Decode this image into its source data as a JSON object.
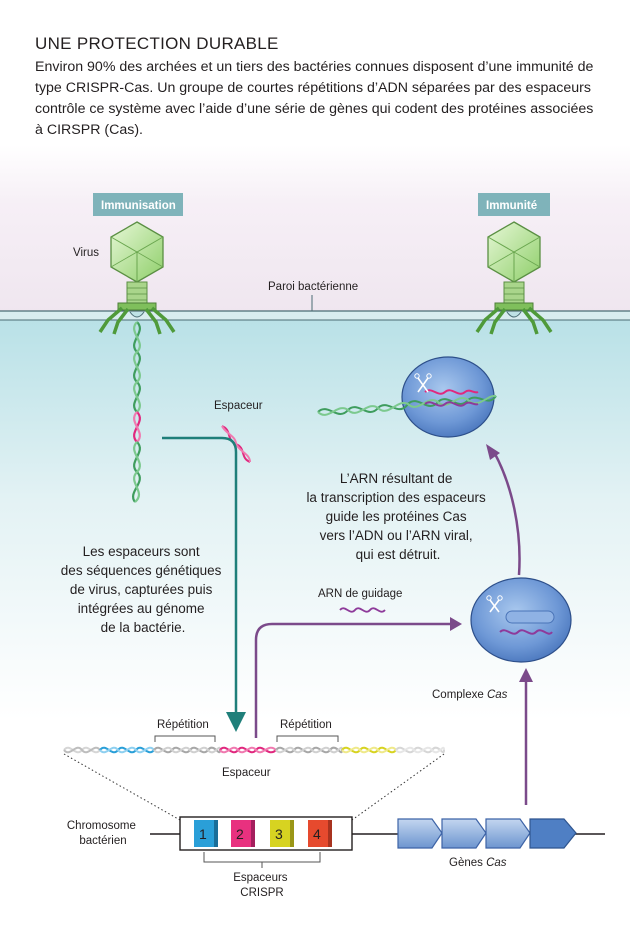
{
  "header": {
    "title": "UNE PROTECTION DURABLE",
    "intro": "Environ 90% des archées et un tiers des bactéries connues disposent d’une immunité de type CRISPR-Cas. Un groupe de courtes répétitions d’ADN séparées par des espaceurs contrôle ce système avec l’aide d’une série de gènes qui codent des protéines associées à CIRSPR (Cas)."
  },
  "phases": {
    "immunisation": "Immunisation",
    "immunite": "Immunité"
  },
  "labels": {
    "virus": "Virus",
    "paroi": "Paroi bactérienne",
    "espaceur_top": "Espaceur",
    "arn_guidage": "ARN de guidage",
    "complexe": "Complexe ",
    "complexe_cas": "Cas",
    "repetition_left": "Répétition",
    "repetition_right": "Répétition",
    "espaceur_bottom": "Espaceur",
    "chromosome_1": "Chromosome",
    "chromosome_2": "bactérien",
    "espaceurs_1": "Espaceurs",
    "espaceurs_2": "CRISPR",
    "genes": "Gènes ",
    "genes_cas": "Cas"
  },
  "notes": {
    "left": [
      "Les espaceurs sont",
      "des séquences génétiques",
      "de virus, capturées puis",
      "intégrées au génome",
      "de la bactérie."
    ],
    "right": [
      "L’ARN résultant de",
      "la transcription des espaceurs",
      "guide les protéines Cas",
      "vers l’ADN ou l’ARN viral,",
      "qui est détruit."
    ]
  },
  "spacers": [
    {
      "number": "1",
      "color": "#2a9fd8"
    },
    {
      "number": "2",
      "color": "#e8317f"
    },
    {
      "number": "3",
      "color": "#d7d321"
    },
    {
      "number": "4",
      "color": "#e64a2e"
    }
  ],
  "colors": {
    "teal_arrow": "#1f7f7a",
    "purple_arrow": "#7b4a8a",
    "magenta": "#e0287e",
    "dna_green": "#4eae6a",
    "cell_top": "#f5eef5",
    "cell_fluid": "#cfeaee",
    "cas_blue": "#5b87c9"
  }
}
